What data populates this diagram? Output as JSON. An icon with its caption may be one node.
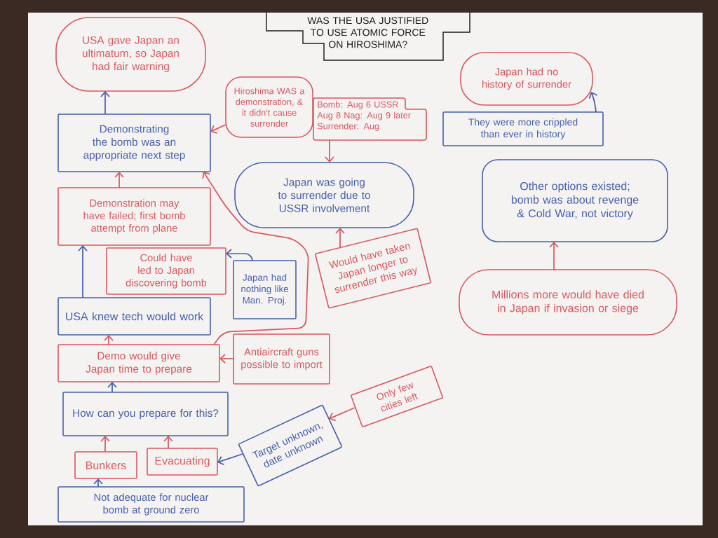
{
  "diagram": {
    "title": "WAS THE USA JUSTIFIED TO USE ATOMIC FORCE ON HIROSHIMA?",
    "nodes": [
      {
        "text": [
          "USA gave Japan an ultimatum, so Japan had fair warning"
        ]
      },
      {
        "text": [
          "Hiroshima WAS a demonstration, & it didn't cause surrender"
        ]
      },
      {
        "text": [
          "Demonstrating the bomb was an appropriate next step"
        ]
      },
      {
        "text": [
          "Bomb: Aug 6 USSR Aug 8 Nag: Aug 9 later Surrender: Aug"
        ]
      },
      {
        "text": [
          "Japan had no history of surrender"
        ]
      },
      {
        "text": [
          "They were more crippled than ever in history"
        ]
      },
      {
        "text": [
          "Japan was going to surrender due to USSR involvement"
        ]
      },
      {
        "text": [
          "Demonstration may have failed; first bomb attempt from plane"
        ]
      },
      {
        "text": [
          "Could have led to Japan discovering bomb"
        ]
      },
      {
        "text": [
          "Japan had nothing like Man. Proj."
        ]
      },
      {
        "text": [
          "Would have taken Japan longer to surrender this way"
        ]
      },
      {
        "text": [
          "Other options existed; bomb was about revenge & Cold War, not victory"
        ]
      },
      {
        "text": [
          "Millions more would have died in Japan if invasion or siege"
        ]
      },
      {
        "text": [
          "USA knew tech would work"
        ]
      },
      {
        "text": [
          "Demo would give Japan time to prepare"
        ]
      },
      {
        "text": [
          "Antiaircraft guns possible to import"
        ]
      },
      {
        "text": [
          "How can you prepare for this?"
        ]
      },
      {
        "text": [
          "Only few cities left"
        ]
      },
      {
        "text": [
          "Bunkers"
        ]
      },
      {
        "text": [
          "Evacuating"
        ]
      },
      {
        "text": [
          "Target unknown, date unknown"
        ]
      },
      {
        "text": [
          "Not adequate for nuclear bomb at ground zero"
        ]
      }
    ],
    "edges": [
      {
        "from": 2,
        "to": 0,
        "arrow": "to",
        "color": "#465fab"
      },
      {
        "from": 1,
        "to": 2,
        "arrow": "to"
      },
      {
        "from": 7,
        "to": 2,
        "arrow": "to"
      },
      {
        "from": 14,
        "to": 2,
        "arrow": "to"
      },
      {
        "from": 13,
        "to": 7,
        "arrow": "to",
        "color": "#465fab"
      },
      {
        "from": 9,
        "to": 8,
        "arrow": "to",
        "color": "#465fab"
      },
      {
        "from": 14,
        "to": 13,
        "arrow": "to"
      },
      {
        "from": 15,
        "to": 14,
        "arrow": "to"
      },
      {
        "from": 16,
        "to": 14,
        "arrow": "to",
        "color": "#465fab"
      },
      {
        "from": 18,
        "to": 16,
        "arrow": "to"
      },
      {
        "from": 19,
        "to": 16,
        "arrow": "to"
      },
      {
        "from": 21,
        "to": 18,
        "arrow": "to",
        "color": "#465fab"
      },
      {
        "from": 20,
        "to": 19,
        "arrow": "to",
        "color": "#465fab"
      },
      {
        "from": 17,
        "to": 20,
        "arrow": "to"
      },
      {
        "from": 3,
        "to": 6,
        "arrow": "to"
      },
      {
        "from": 10,
        "to": 6,
        "arrow": "to"
      },
      {
        "from": 5,
        "to": 4,
        "arrow": "to",
        "color": "#465fab"
      },
      {
        "from": 12,
        "to": 11,
        "arrow": "to"
      }
    ]
  }
}
